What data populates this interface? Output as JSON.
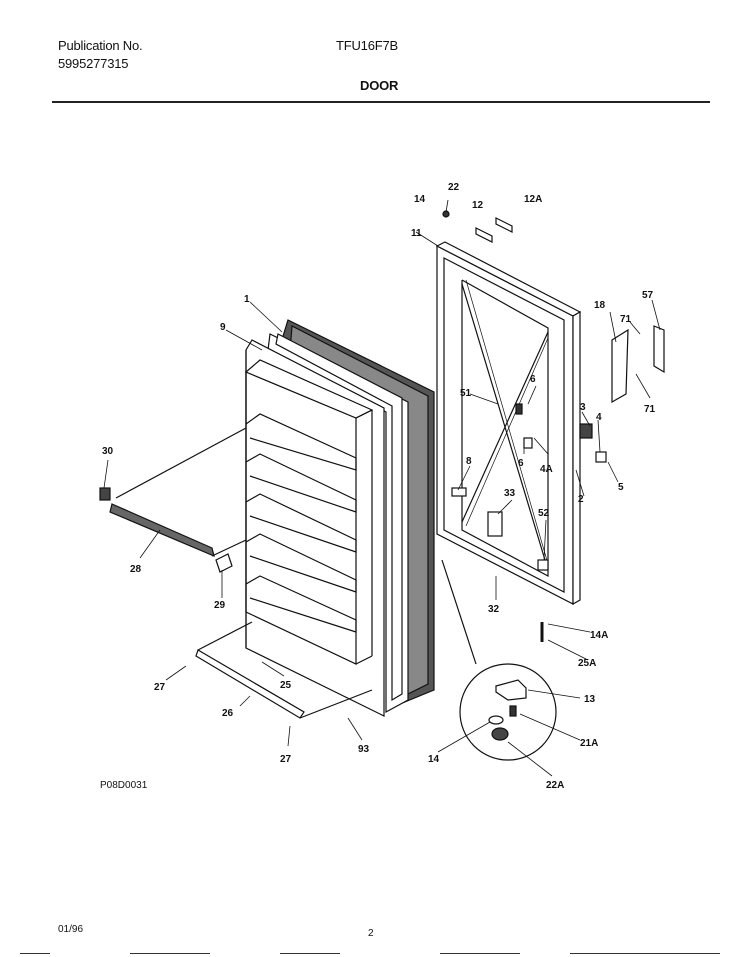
{
  "header": {
    "publication_label": "Publication No.",
    "publication_number": "5995277315",
    "model": "TFU16F7B",
    "section_title": "DOOR"
  },
  "diagram": {
    "drawing_code": "P08D0031",
    "parts": {
      "p1": "1",
      "p2": "2",
      "p3": "3",
      "p4": "4",
      "p4a": "4A",
      "p5": "5",
      "p6a": "6",
      "p6b": "6",
      "p8": "8",
      "p9": "9",
      "p11": "11",
      "p12": "12",
      "p12a": "12A",
      "p13": "13",
      "p14a": "14",
      "p14b": "14",
      "p14c": "14A",
      "p18": "18",
      "p21a": "21A",
      "p22": "22",
      "p22a": "22A",
      "p25": "25",
      "p25a": "25A",
      "p26": "26",
      "p27a": "27",
      "p27b": "27",
      "p28": "28",
      "p29": "29",
      "p30": "30",
      "p32": "32",
      "p33": "33",
      "p51": "51",
      "p52": "52",
      "p57": "57",
      "p71a": "71",
      "p71b": "71",
      "p93": "93"
    }
  },
  "footer": {
    "date": "01/96",
    "page": "2"
  }
}
